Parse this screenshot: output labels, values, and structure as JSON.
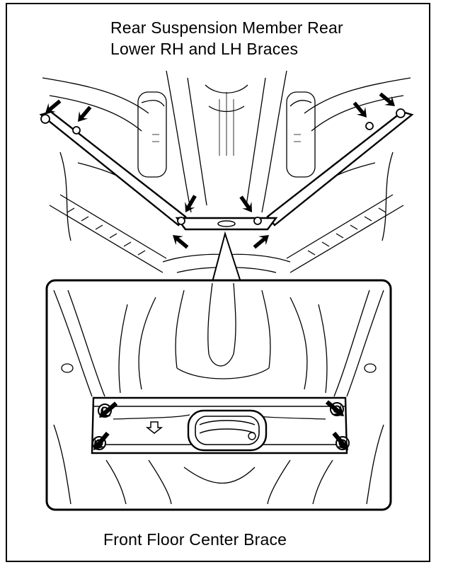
{
  "captions": {
    "rear_line1": "Rear Suspension Member Rear",
    "rear_line2": "Lower RH and LH Braces",
    "front": "Front Floor Center Brace"
  },
  "colors": {
    "ink": "#000000",
    "paper": "#ffffff"
  },
  "icons": [
    "arrow-icon",
    "bolt-icon",
    "down-arrow-icon"
  ]
}
